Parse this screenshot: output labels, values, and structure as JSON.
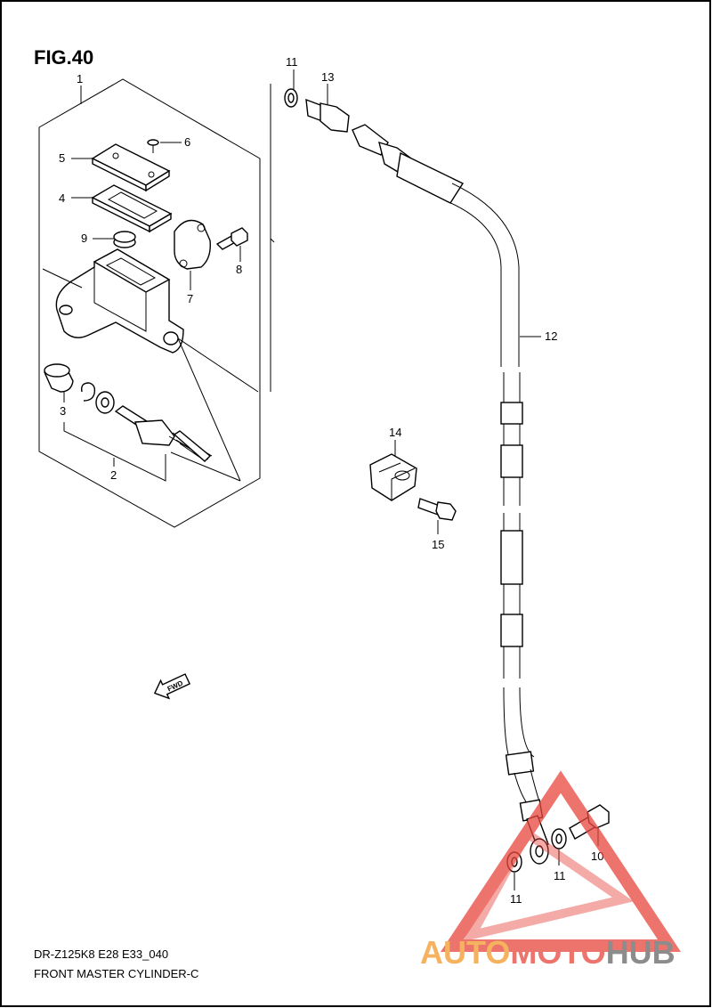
{
  "figure_title": "FIG.40",
  "model_code": "DR-Z125K8 E28 E33_040",
  "caption": "FRONT MASTER CYLINDER-C",
  "fwd_label": "FWD",
  "callouts": [
    "1",
    "2",
    "3",
    "4",
    "5",
    "6",
    "7",
    "8",
    "9",
    "10",
    "11",
    "12",
    "13",
    "14",
    "15",
    "11",
    "11"
  ],
  "watermark": {
    "part1": "AUTO",
    "part2": "MOTO",
    "part3": "HUB"
  },
  "colors": {
    "line": "#000000",
    "watermark_red": "#e8463c",
    "watermark_orange": "#f39a2a",
    "watermark_gray": "#666666"
  }
}
